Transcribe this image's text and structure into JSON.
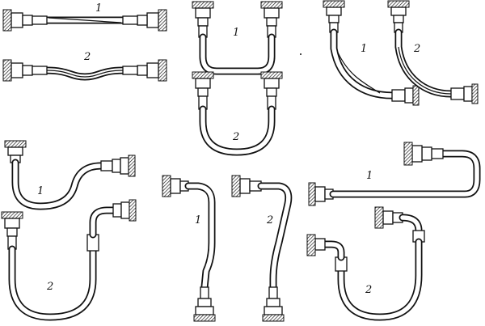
{
  "labels": {
    "a1": "1",
    "a2": "2",
    "b1": "1",
    "b2": "2",
    "c1": "1",
    "c2": "2",
    "d1": "1",
    "d2": "2",
    "e1": "1",
    "e2": "2",
    "f1": "1",
    "f2": "2"
  },
  "colors": {
    "ink": "#111111",
    "paper": "#ffffff"
  }
}
